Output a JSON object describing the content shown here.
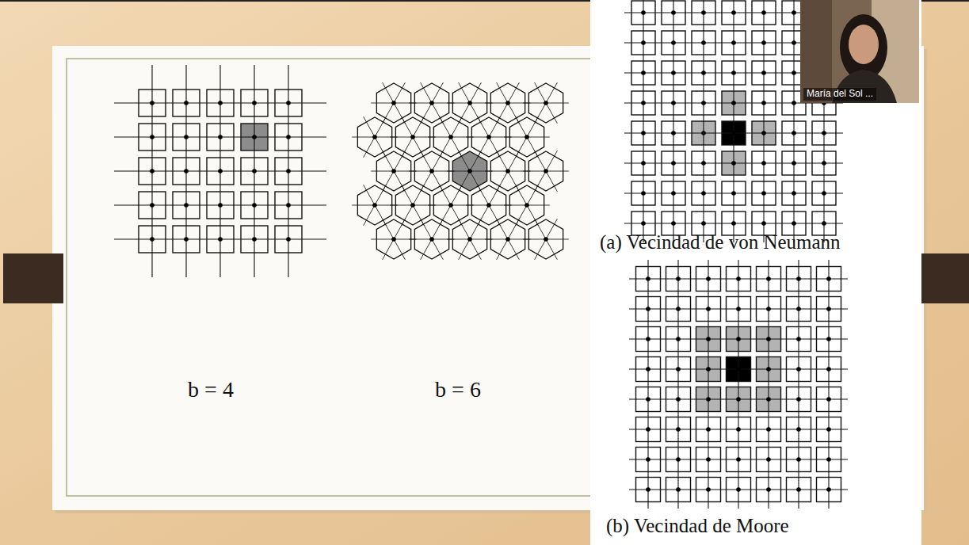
{
  "diagram": {
    "labels": [
      "b = 4",
      "b = 6",
      "(a) Vecindad de von Neumann",
      "(b) Vecindad de Moore",
      "María del Sol ..."
    ]
  }
}
